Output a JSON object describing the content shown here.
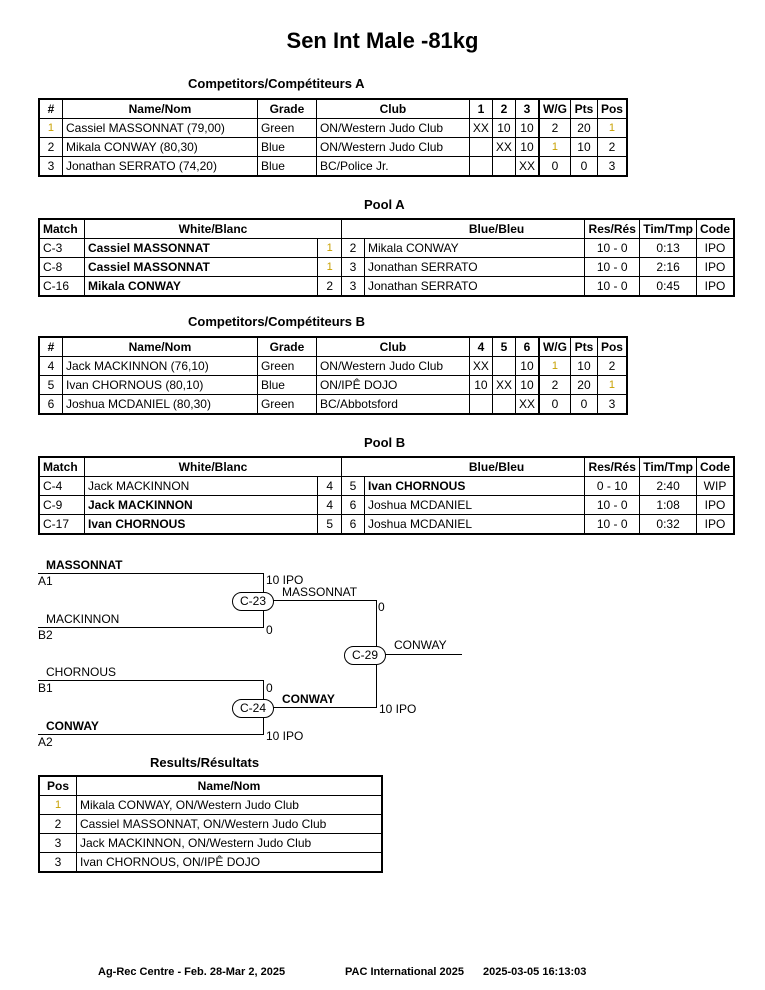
{
  "title": "Sen Int Male -81kg",
  "compA": {
    "caption": "Competitors/Compétiteurs A",
    "headers": [
      "#",
      "Name/Nom",
      "Grade",
      "Club",
      "1",
      "2",
      "3",
      "W/G",
      "Pts",
      "Pos"
    ],
    "rows": [
      [
        "1",
        "Cassiel MASSONNAT (79,00)",
        "Green",
        "ON/Western Judo Club",
        "XX",
        "10",
        "10",
        "2",
        "20",
        "1"
      ],
      [
        "2",
        "Mikala CONWAY (80,30)",
        "Blue",
        "ON/Western Judo Club",
        "",
        "XX",
        "10",
        "1",
        "10",
        "2"
      ],
      [
        "3",
        "Jonathan SERRATO (74,20)",
        "Blue",
        "BC/Police Jr.",
        "",
        "",
        "XX",
        "0",
        "0",
        "3"
      ]
    ]
  },
  "poolA": {
    "caption": "Pool A",
    "headers": [
      "Match",
      "White/Blanc",
      "Blue/Bleu",
      "Res/Rés",
      "Tim/Tmp",
      "Code"
    ],
    "rows": [
      [
        "C-3",
        "Cassiel MASSONNAT",
        "1",
        "2",
        "Mikala CONWAY",
        "10 - 0",
        "0:13",
        "IPO"
      ],
      [
        "C-8",
        "Cassiel MASSONNAT",
        "1",
        "3",
        "Jonathan SERRATO",
        "10 - 0",
        "2:16",
        "IPO"
      ],
      [
        "C-16",
        "Mikala CONWAY",
        "2",
        "3",
        "Jonathan SERRATO",
        "10 - 0",
        "0:45",
        "IPO"
      ]
    ]
  },
  "compB": {
    "caption": "Competitors/Compétiteurs B",
    "headers": [
      "#",
      "Name/Nom",
      "Grade",
      "Club",
      "4",
      "5",
      "6",
      "W/G",
      "Pts",
      "Pos"
    ],
    "rows": [
      [
        "4",
        "Jack MACKINNON (76,10)",
        "Green",
        "ON/Western Judo Club",
        "XX",
        "",
        "10",
        "1",
        "10",
        "2"
      ],
      [
        "5",
        "Ivan CHORNOUS (80,10)",
        "Blue",
        "ON/IPÊ DOJO",
        "10",
        "XX",
        "10",
        "2",
        "20",
        "1"
      ],
      [
        "6",
        "Joshua MCDANIEL (80,30)",
        "Green",
        "BC/Abbotsford",
        "",
        "",
        "XX",
        "0",
        "0",
        "3"
      ]
    ]
  },
  "poolB": {
    "caption": "Pool B",
    "headers": [
      "Match",
      "White/Blanc",
      "Blue/Bleu",
      "Res/Rés",
      "Tim/Tmp",
      "Code"
    ],
    "rows": [
      [
        "C-4",
        "Jack MACKINNON",
        "4",
        "5",
        "Ivan CHORNOUS",
        "0 - 10",
        "2:40",
        "WIP"
      ],
      [
        "C-9",
        "Jack MACKINNON",
        "4",
        "6",
        "Joshua MCDANIEL",
        "10 - 0",
        "1:08",
        "IPO"
      ],
      [
        "C-17",
        "Ivan CHORNOUS",
        "5",
        "6",
        "Joshua MCDANIEL",
        "10 - 0",
        "0:32",
        "IPO"
      ]
    ]
  },
  "bracket": {
    "sf1_top_name": "MASSONNAT",
    "sf1_top_seed": "A1",
    "sf1_top_score": "10 IPO",
    "sf1_bot_name": "MACKINNON",
    "sf1_bot_seed": "B2",
    "sf1_bot_score": "0",
    "sf1_match": "C-23",
    "sf1_winner": "MASSONNAT",
    "final_top_score": "0",
    "sf2_top_name": "CHORNOUS",
    "sf2_top_seed": "B1",
    "sf2_top_score": "0",
    "sf2_bot_name": "CONWAY",
    "sf2_bot_seed": "A2",
    "sf2_bot_score": "10 IPO",
    "sf2_match": "C-24",
    "sf2_winner": "CONWAY",
    "final_bot_score": "10 IPO",
    "final_match": "C-29",
    "champion": "CONWAY"
  },
  "results": {
    "caption": "Results/Résultats",
    "headers": [
      "Pos",
      "Name/Nom"
    ],
    "rows": [
      [
        "1",
        "Mikala CONWAY, ON/Western Judo Club"
      ],
      [
        "2",
        "Cassiel MASSONNAT, ON/Western Judo Club"
      ],
      [
        "3",
        "Jack MACKINNON, ON/Western Judo Club"
      ],
      [
        "3",
        "Ivan CHORNOUS, ON/IPÊ DOJO"
      ]
    ]
  },
  "footer": {
    "venue": "Ag-Rec Centre - Feb. 28-Mar 2, 2025",
    "event": "PAC International 2025",
    "timestamp": "2025-03-05 16:13:03"
  },
  "colors": {
    "rank_one": "#c8a000"
  }
}
